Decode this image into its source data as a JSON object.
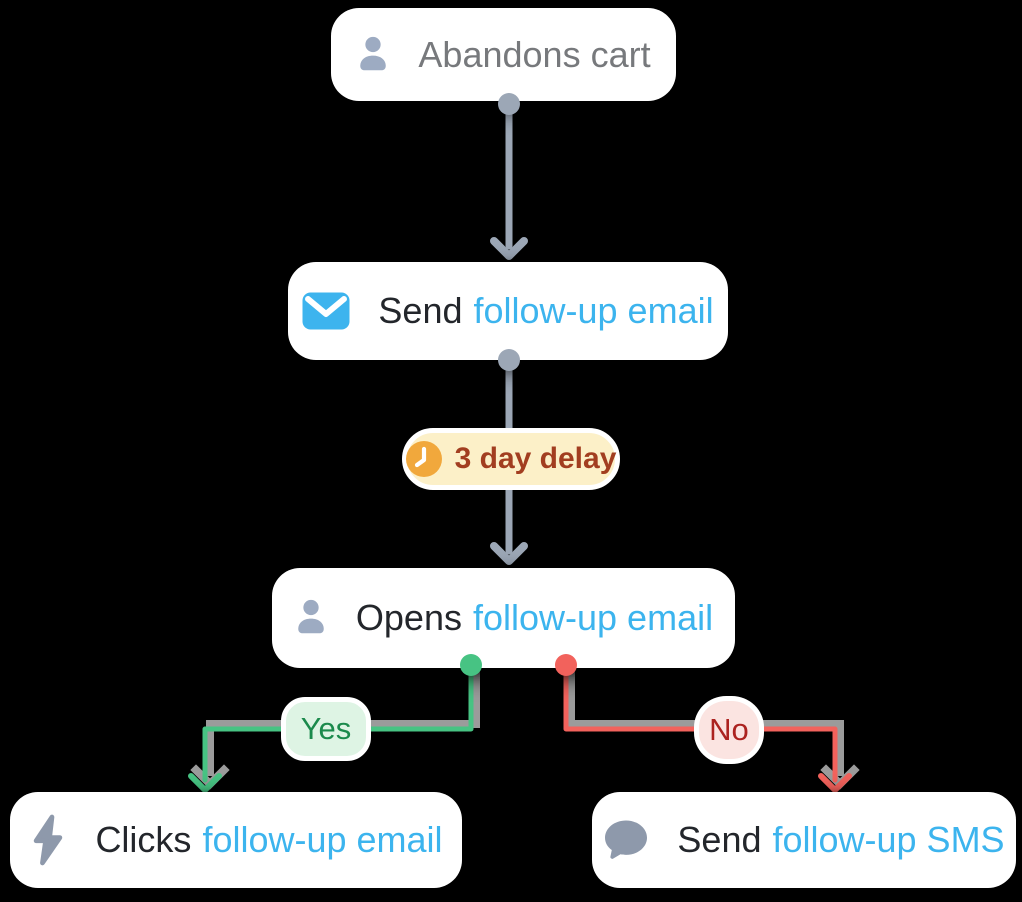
{
  "flow": {
    "nodes": {
      "trigger": {
        "label": "Abandons cart"
      },
      "email": {
        "prefix": "Send",
        "highlight": "follow-up email"
      },
      "opens": {
        "prefix": "Opens",
        "highlight": "follow-up email"
      },
      "clicks": {
        "prefix": "Clicks",
        "highlight": "follow-up email"
      },
      "sms": {
        "prefix": "Send",
        "highlight": "follow-up SMS"
      }
    },
    "delay_badge": {
      "label": "3 day delay"
    },
    "branch_labels": {
      "yes": "Yes",
      "no": "No"
    }
  },
  "colors": {
    "dark_text": "#23262B",
    "gray_text": "#77797C",
    "accent_blue": "#3CB4EE",
    "connector_gray": "#9CA7B6",
    "shadow_gray": "#9B9B9B",
    "green": "#47C383",
    "red": "#F2625C",
    "delay_bg": "#FCF0C8",
    "delay_text": "#A23E20",
    "clock_orange": "#F1A83C",
    "yes_bg": "#DEF4E4",
    "yes_text": "#1B8A4C",
    "no_bg": "#FBE4E1",
    "no_text": "#AC2320",
    "icon_gray": "#8E99AB",
    "person_color": "#9DABC2",
    "mail_blue": "#3DB4EE"
  }
}
